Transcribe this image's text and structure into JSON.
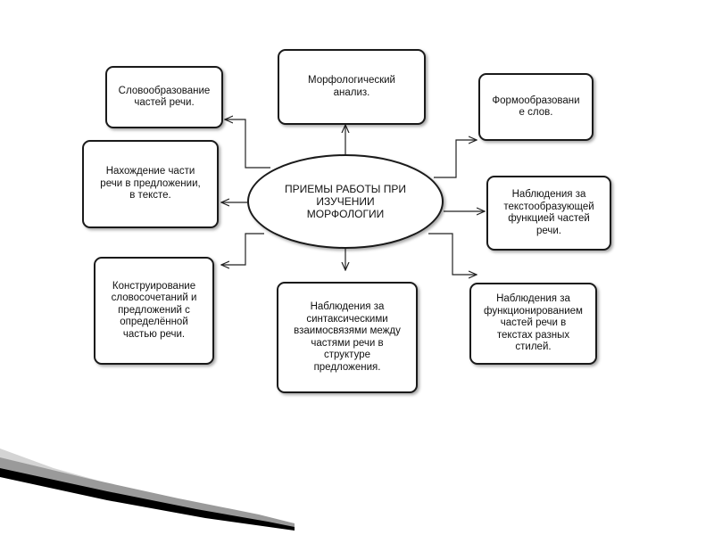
{
  "diagram": {
    "center": "ПРИЕМЫ РАБОТЫ ПРИ\nИЗУЧЕНИИ\nМОРФОЛОГИИ",
    "nodes": {
      "word_formation": "Словообразование\nчастей речи.",
      "morph_analysis": "Морфологический\nанализ.",
      "form_formation": "Формообразовани\nе слов.",
      "finding_parts": "Нахождение части\nречи в предложении,\nв тексте.",
      "text_forming": "Наблюдения за\nтекстообразующей\nфункцией частей\nречи.",
      "constructing": "Конструирование\nсловосочетаний и\nпредложений с\nопределённой\nчастью речи.",
      "syntactic": "Наблюдения за\nсинтаксическими\nвзаимосвязями между\nчастями речи в\nструктуре\nпредложения.",
      "functioning": "Наблюдения за\nфункционированием\nчастей речи в\nтекстах разных\nстилей."
    }
  },
  "colors": {
    "stroke": "#1a1a1a",
    "deco": "#000000"
  }
}
